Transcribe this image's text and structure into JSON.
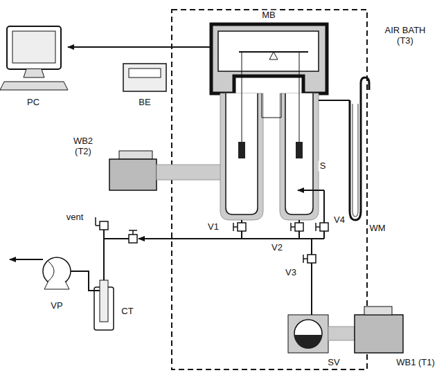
{
  "diagram": {
    "labels": [
      "MB",
      "AIR BATH (T3)",
      "PC",
      "BE",
      "WB2 (T2)",
      "S",
      "WM",
      "vent",
      "V1",
      "V2",
      "V4",
      "V3",
      "CT",
      "VP",
      "SV",
      "WB1 (T1)"
    ]
  }
}
